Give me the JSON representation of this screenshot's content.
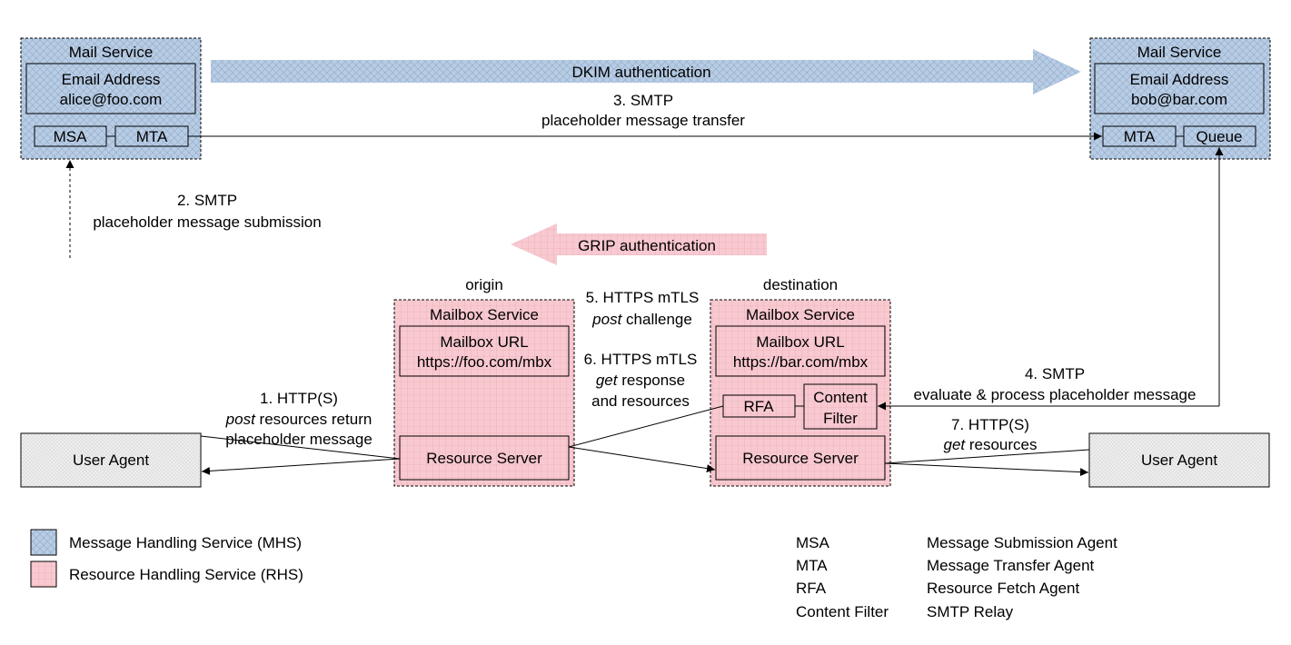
{
  "mail_service_left": {
    "title": "Mail Service",
    "email_label": "Email Address",
    "email_value": "alice@foo.com",
    "msa": "MSA",
    "mta": "MTA"
  },
  "mail_service_right": {
    "title": "Mail Service",
    "email_label": "Email Address",
    "email_value": "bob@bar.com",
    "mta": "MTA",
    "queue": "Queue"
  },
  "dkim_label": "DKIM authentication",
  "grip_label": "GRIP authentication",
  "step3": {
    "line1": "3. SMTP",
    "line2": "placeholder message transfer"
  },
  "step2": {
    "line1": "2. SMTP",
    "line2": "placeholder message submission"
  },
  "origin": {
    "label": "origin",
    "mailbox_service": "Mailbox Service",
    "mailbox_url_label": "Mailbox URL",
    "mailbox_url": "https://foo.com/mbx",
    "resource_server": "Resource Server"
  },
  "destination": {
    "label": "destination",
    "mailbox_service": "Mailbox Service",
    "mailbox_url_label": "Mailbox URL",
    "mailbox_url": "https://bar.com/mbx",
    "rfa": "RFA",
    "content_filter_line1": "Content",
    "content_filter_line2": "Filter",
    "resource_server": "Resource Server"
  },
  "step5": {
    "line1": "5. HTTPS mTLS",
    "em": "post",
    "rest": " challenge"
  },
  "step6": {
    "line1": "6. HTTPS mTLS",
    "em": "get",
    "rest": " response",
    "line3": "and resources"
  },
  "step1": {
    "line1": "1. HTTP(S)",
    "em": "post",
    "rest": " resources return",
    "line3": "placeholder message"
  },
  "step4": {
    "line1": "4. SMTP",
    "line2": "evaluate & process placeholder message"
  },
  "step7": {
    "line1": "7. HTTP(S)",
    "em": "get",
    "rest": " resources"
  },
  "user_agent_left": "User Agent",
  "user_agent_right": "User Agent",
  "legend": {
    "mhs": "Message Handling Service (MHS)",
    "rhs": "Resource Handling Service (RHS)"
  },
  "glossary": [
    {
      "term": "MSA",
      "definition": "Message Submission Agent"
    },
    {
      "term": "MTA",
      "definition": "Message Transfer Agent"
    },
    {
      "term": "RFA",
      "definition": "Resource Fetch Agent"
    },
    {
      "term": "Content Filter",
      "definition": "SMTP Relay"
    }
  ],
  "colors": {
    "mhs_fill": "#b8cce4",
    "rhs_fill": "#f8c9d0",
    "ua_fill": "#eeeeee"
  }
}
